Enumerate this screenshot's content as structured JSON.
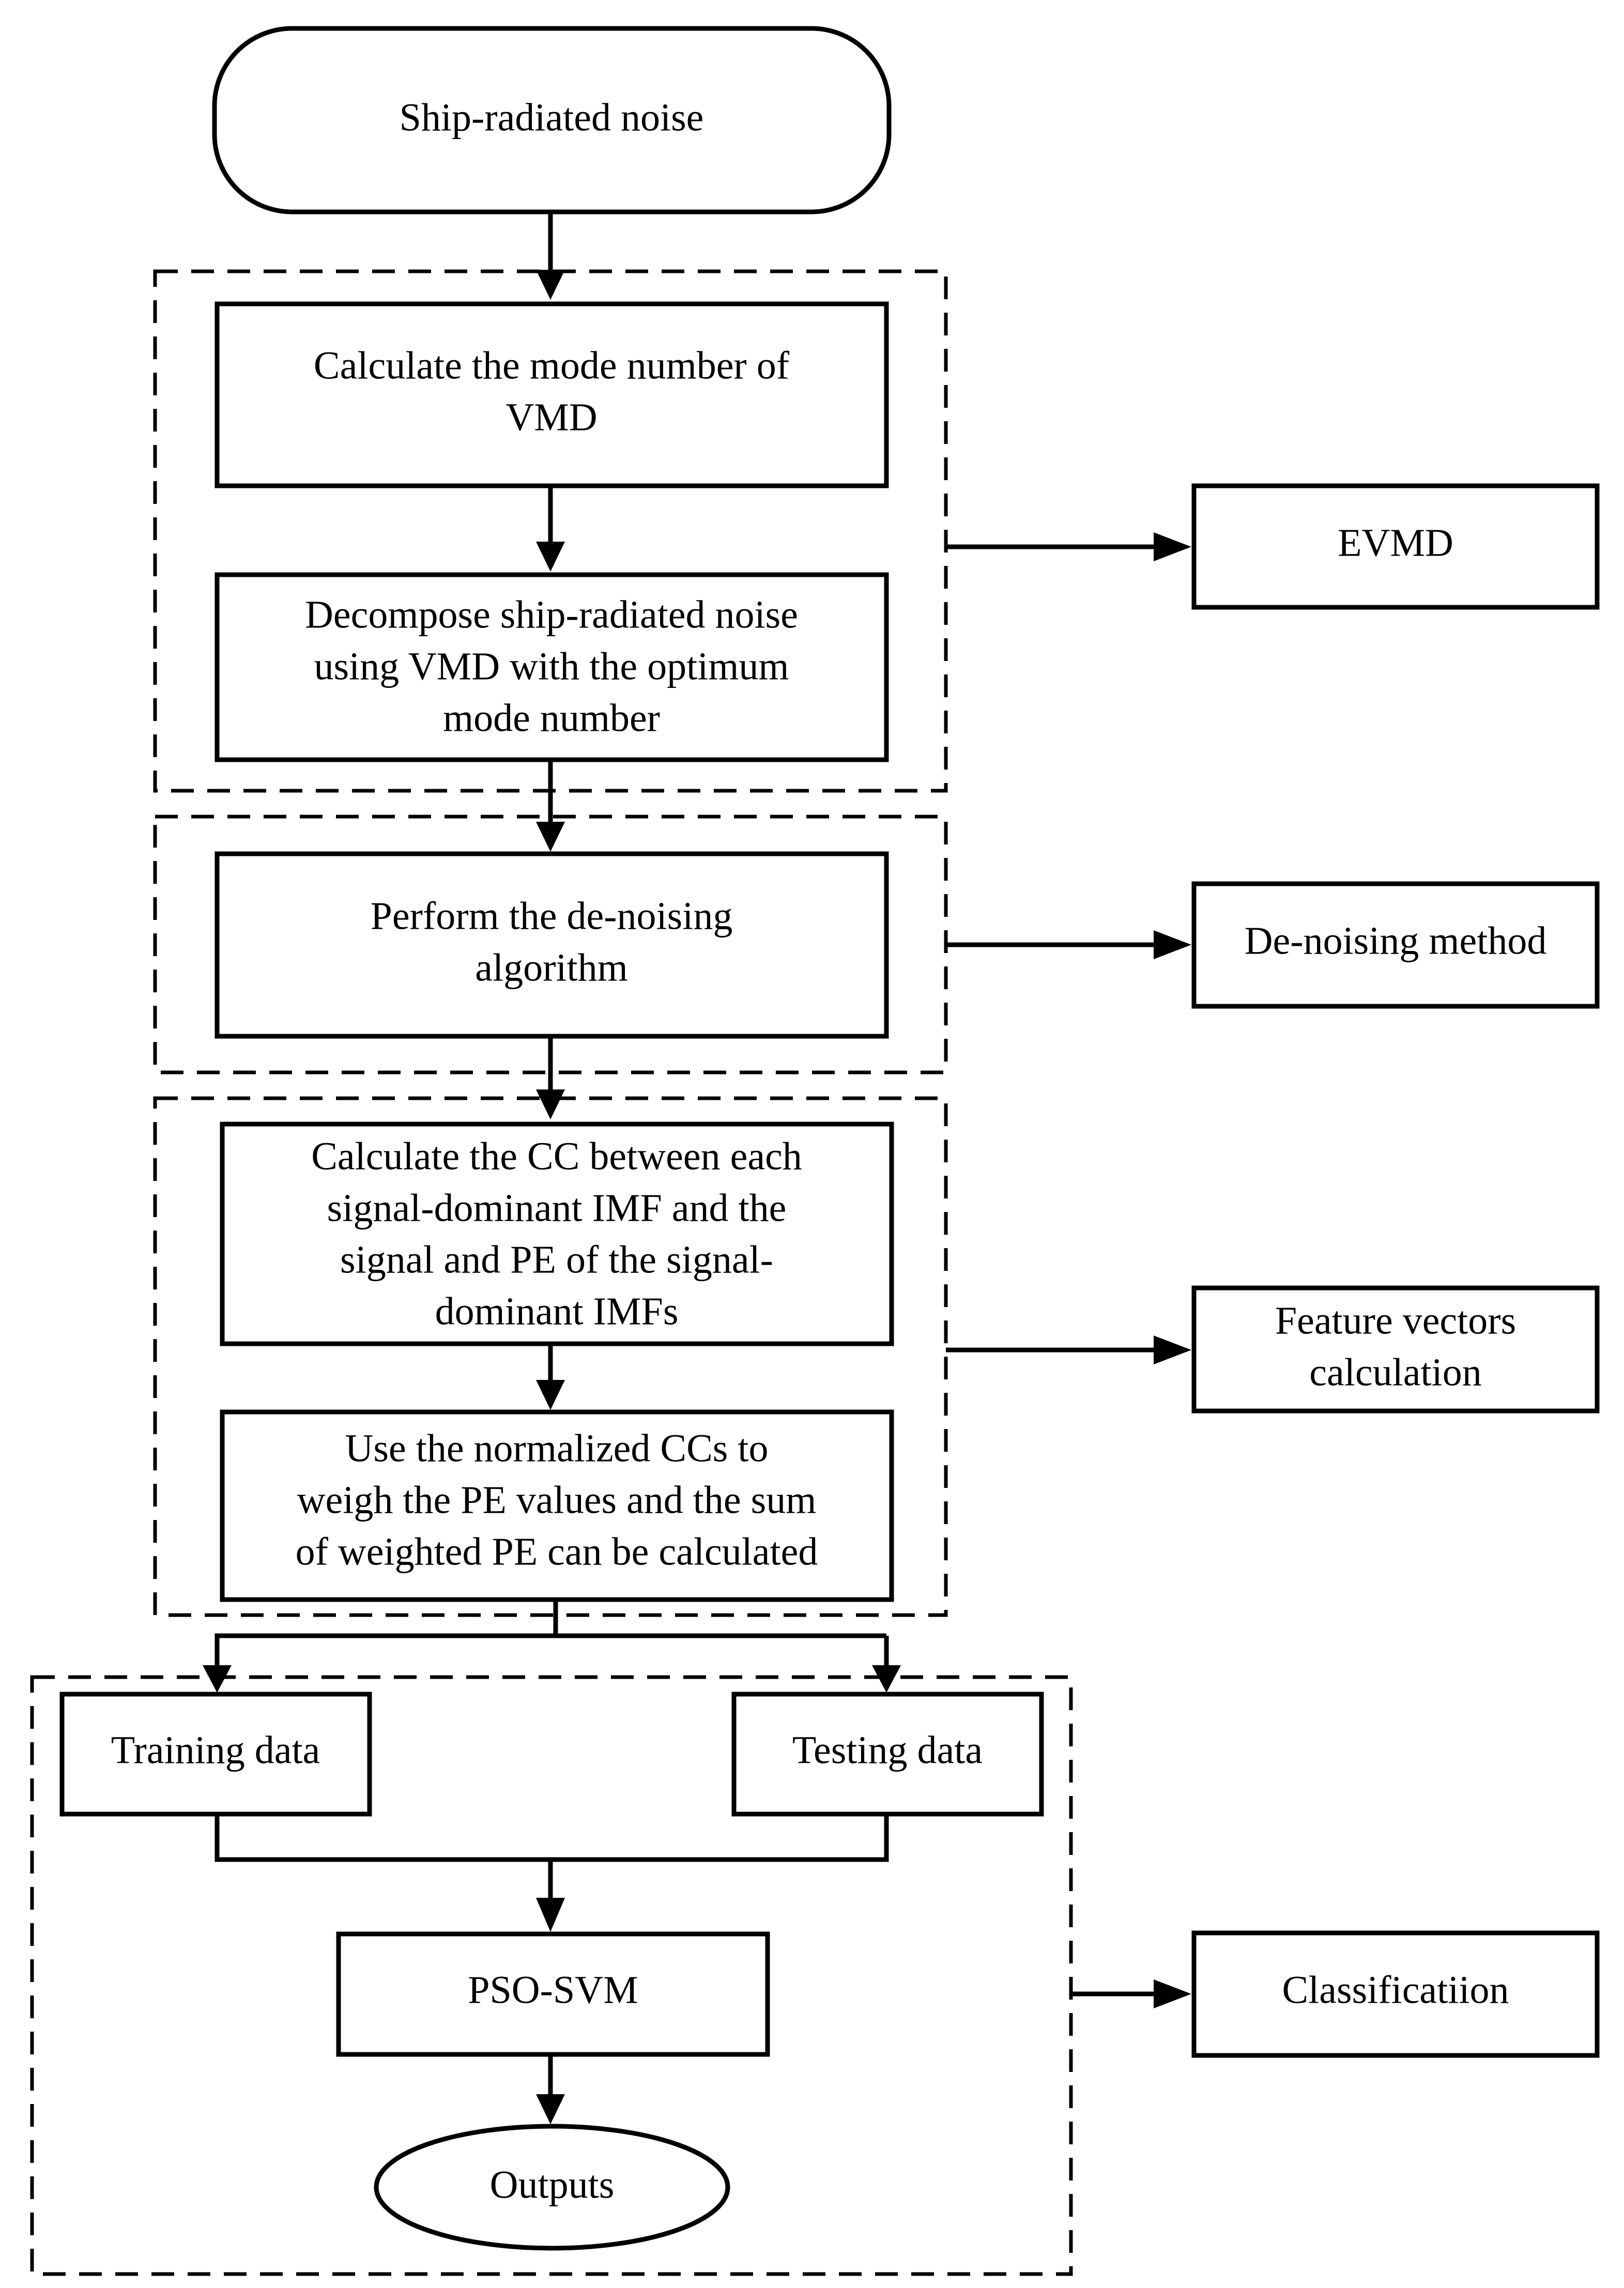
{
  "nodes": {
    "start": "Ship-radiated noise",
    "calc_mode": [
      "Calculate the mode number of",
      "VMD"
    ],
    "decompose": [
      "Decompose ship-radiated noise",
      "using VMD with the optimum",
      "mode number"
    ],
    "denoise": [
      "Perform the de-noising",
      "algorithm"
    ],
    "calc_cc": [
      "Calculate the CC between each",
      "signal-dominant IMF and the",
      "signal and PE of the signal-",
      "dominant IMFs"
    ],
    "weigh": [
      "Use the normalized CCs to",
      "weigh the PE values and the sum",
      "of weighted PE can be calculated"
    ],
    "training": "Training data",
    "testing": "Testing data",
    "psosvm": "PSO-SVM",
    "outputs": "Outputs"
  },
  "stages": {
    "evmd": "EVMD",
    "denoising": "De-noising method",
    "features": [
      "Feature vectors",
      "calculation"
    ],
    "classification": "Classificatiion"
  }
}
